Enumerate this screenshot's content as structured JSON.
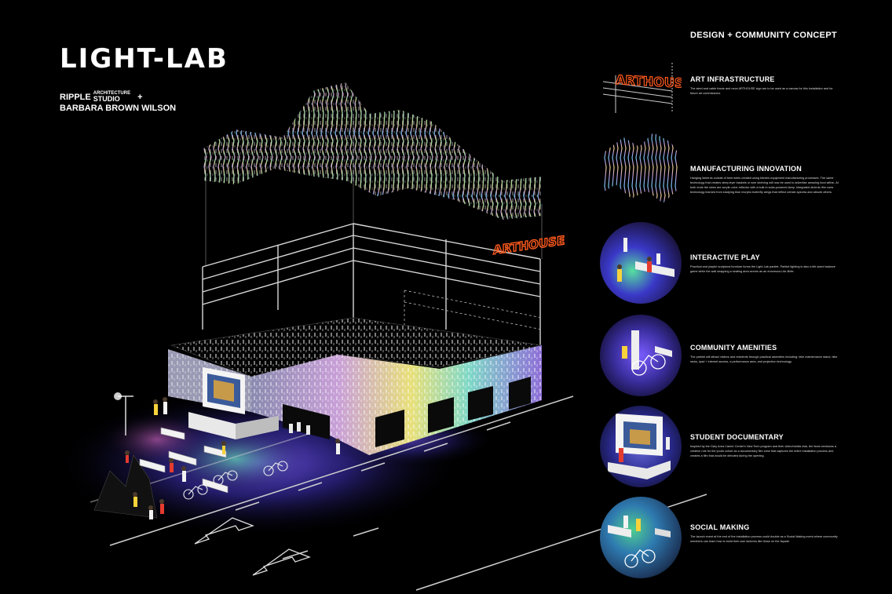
{
  "title": "LIGHT-LAB",
  "team": {
    "firm_name": "RIPPLE",
    "firm_small_1": "ARCHITECTURE",
    "firm_small_2": "STUDIO",
    "plus": "+",
    "collaborator": "BARBARA BROWN WILSON"
  },
  "sign_text": "ARTHOUSE",
  "concept_heading": "DESIGN + COMMUNITY  CONCEPT",
  "sections": [
    {
      "heading": "ART INFRASTRUCTURE",
      "body": "The steel and cable frame and neon ARTHOUSE sign are to be used as a canvas for this installation and for future art commissions."
    },
    {
      "heading": "MANUFACTURING INNOVATION",
      "body": "Hanging lanterns consist of bent wires created using kitchen-equipment manufacturing processes. The same technology that creates deep-fryer baskets or wire shelving will now be used to advertise amazing food within. At both ends the wires are acrylic color reflector with a built-in solar-powered lamp. Integrated dichroic film uses technology learned from studying blue morpho butterfly wings that reflect certain spectra and absorb others."
    },
    {
      "heading": "INTERACTIVE PLAY",
      "body": "Practical and playful sculptural furniture forms the Light-Lab parklet. Parklet lighting is also a life-sized balance game while the wall wrapping a seating area serves as an enormous Lite-Brite."
    },
    {
      "heading": "COMMUNITY AMENITIES",
      "body": "The parklet will attract visitors and residents through practical amenities including: bike maintenance stand, bike racks, ipad + internet access, a performance area, and projection technology."
    },
    {
      "heading": "STUDENT DOCUMENTARY",
      "body": "Inspired by the Gary Area Career Center's New Tech program and their video/media club, the team envisions a creative role for the youth cohort as a documentary film crew that captures the entire installation process and creates a film that would be debuted during the opening."
    },
    {
      "heading": "SOCIAL MAKING",
      "body": "The launch event at the end of the installation process could double as a Social Making event where community members can learn how to build their own lanterns like those on the façade."
    }
  ],
  "colors": {
    "background": "#000000",
    "sign_orange": "#ff5a1e",
    "light_purple": "#6a4fd8",
    "light_cyan": "#4fd8e8",
    "light_yellow": "#f5e66a"
  }
}
